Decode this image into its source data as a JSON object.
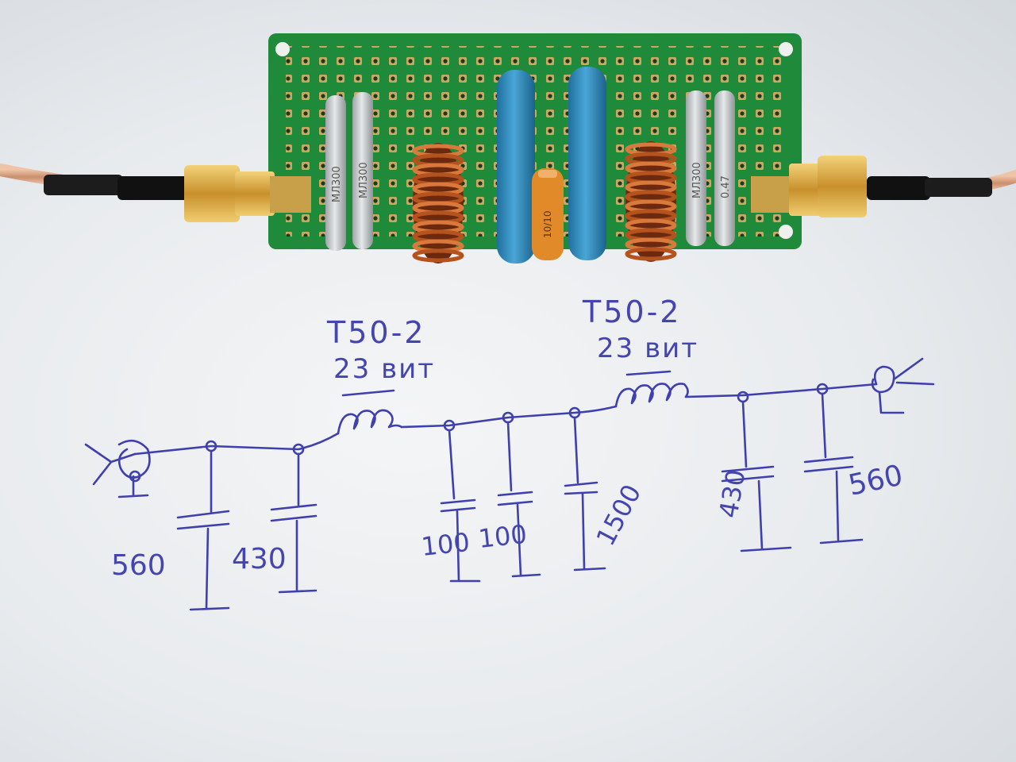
{
  "schematic": {
    "inductor_left": {
      "core": "T50-2",
      "turns": "23 вит"
    },
    "inductor_right": {
      "core": "T50-2",
      "turns": "23 вит"
    },
    "capacitors": [
      "560",
      "430",
      "100",
      "100",
      "1500",
      "430",
      "560"
    ]
  },
  "photo": {
    "resistor_markings": [
      "МЛ300",
      "МЛ300",
      "МЛ300",
      "0.47"
    ],
    "capacitor_marking": "10/10"
  },
  "colors": {
    "pcb": "#1f8a3a",
    "copper_wire": "#b5531e",
    "blue_cap": "#2f86b8",
    "orange_cap": "#e08a2a",
    "ink": "#3f3fae",
    "cable": "#d9a283",
    "connector_gold": "#d7a848"
  }
}
